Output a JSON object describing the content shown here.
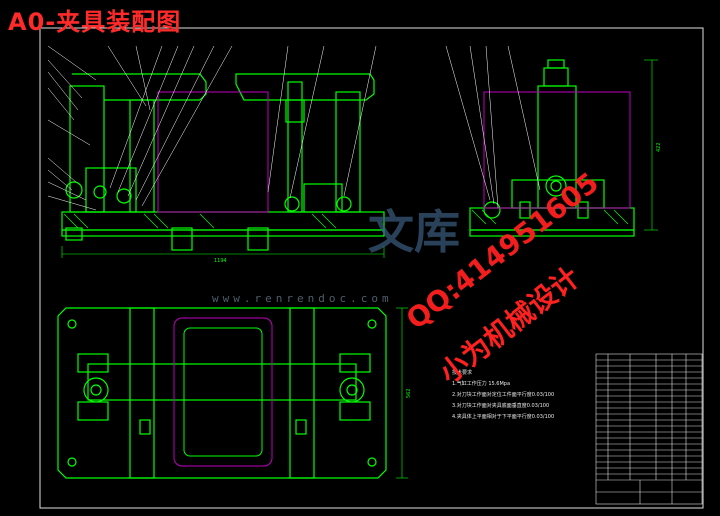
{
  "title": "A0-夹具装配图",
  "tech_requirements": {
    "heading": "技术要求",
    "items": [
      "1.气缸工作压力 15.6Mpa",
      "2.对刀块工作面对定位工件面平行度0.03/100",
      "3.对刀块工作面对夹具底面垂直度0.03/100",
      "4.夹具体上平面相对于下平面平行度0.03/100"
    ]
  },
  "dimensions": {
    "front_width": "1194",
    "side_height": "422",
    "plan_height": "562"
  },
  "watermarks": {
    "logo_text": "文库",
    "site": "www.renrendoc.com",
    "qq": "QQ:414951605",
    "sub": "小为机械设计"
  },
  "colors": {
    "background": "#000000",
    "geometry": "#00ff00",
    "leader": "#ffffff",
    "workpiece": "#c000c0",
    "title": "#ff2a2a",
    "part_numbers": "#ffff00"
  }
}
